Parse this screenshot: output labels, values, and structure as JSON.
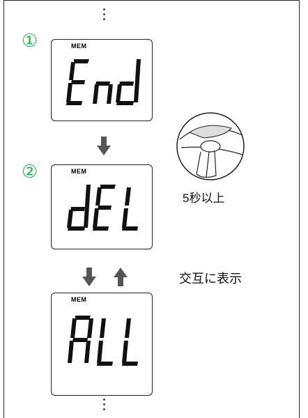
{
  "steps": [
    {
      "number": "①",
      "mem_label": "MEM",
      "display_text": "End"
    },
    {
      "number": "②",
      "mem_label": "MEM",
      "display_text": "dEL"
    },
    {
      "number": "",
      "mem_label": "MEM",
      "display_text": "ALL"
    }
  ],
  "press_instruction": "5秒以上",
  "alternate_label": "交互に表示",
  "colors": {
    "step_number": "#22b24c",
    "arrow": "#555555",
    "line": "#222222"
  }
}
